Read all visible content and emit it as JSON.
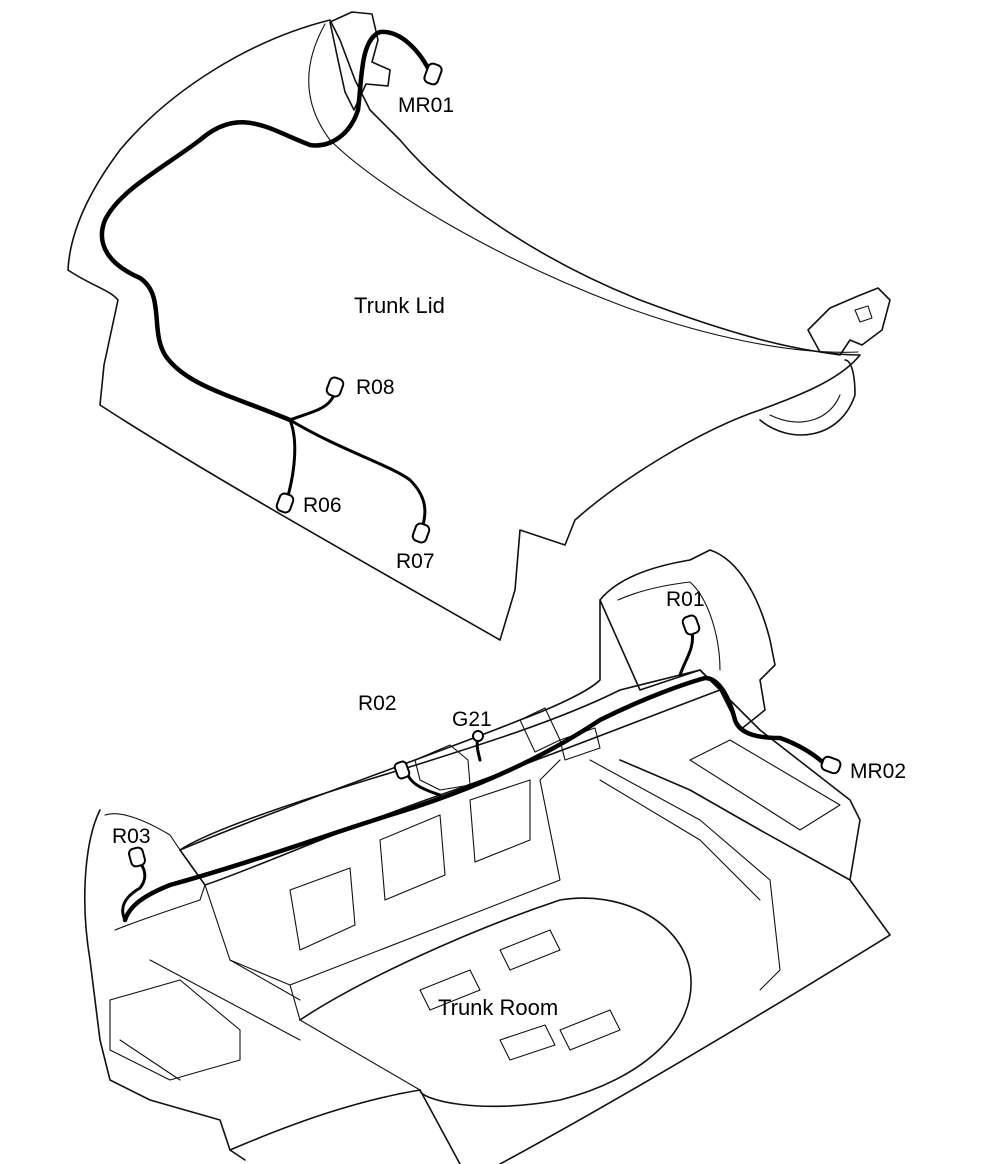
{
  "areas": {
    "trunk_lid": "Trunk Lid",
    "trunk_room": "Trunk Room"
  },
  "connectors": {
    "mr01": "MR01",
    "r08": "R08",
    "r06": "R06",
    "r07": "R07",
    "r01": "R01",
    "r02": "R02",
    "g21": "G21",
    "mr02": "MR02",
    "r03": "R03"
  },
  "colors": {
    "line": "#000000",
    "background": "#ffffff"
  }
}
